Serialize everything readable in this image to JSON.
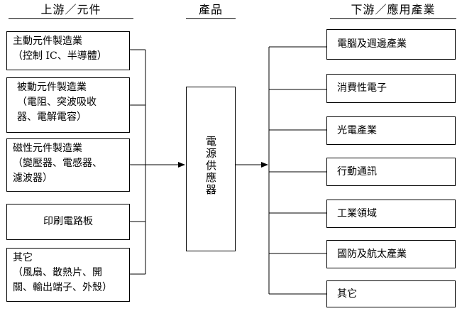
{
  "headers": {
    "upstream": "上游／元件",
    "product": "產品",
    "downstream": "下游／應用產業"
  },
  "upstream_items": [
    {
      "line1": "主動元件製造業",
      "line2": "（控制 IC、半導體）",
      "line3": ""
    },
    {
      "line1": "被動元件製造業",
      "line2": "（電阻、突波吸收",
      "line3": "器、電解電容）"
    },
    {
      "line1": "磁性元件製造業",
      "line2": "（變壓器、電感器、",
      "line3": "濾波器）"
    },
    {
      "line1": "印刷電路板",
      "line2": "",
      "line3": ""
    },
    {
      "line1": "其它",
      "line2": "（風扇、散熱片、開",
      "line3": "關、輸出端子、外殼）"
    }
  ],
  "product": {
    "label": "電源供應器"
  },
  "downstream_items": [
    {
      "label": "電腦及週邊產業"
    },
    {
      "label": "消費性電子"
    },
    {
      "label": "光電產業"
    },
    {
      "label": "行動通訊"
    },
    {
      "label": "工業領域"
    },
    {
      "label": "國防及航太產業"
    },
    {
      "label": "其它"
    }
  ]
}
